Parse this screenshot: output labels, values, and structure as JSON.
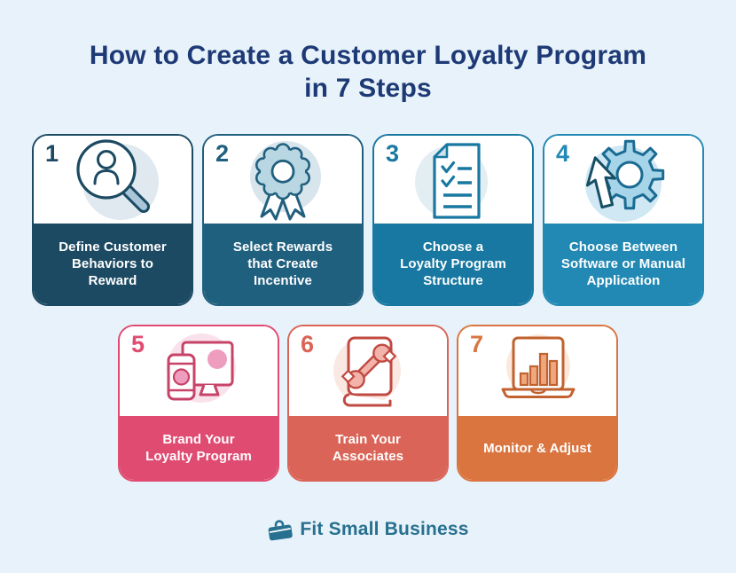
{
  "title": {
    "line1": "How to Create a Customer Loyalty Program",
    "line2": "in 7 Steps"
  },
  "steps": [
    {
      "number": "1",
      "label": "Define Customer\nBehaviors to\nReward",
      "color": "#1c4a63",
      "icon": "user-search-icon"
    },
    {
      "number": "2",
      "label": "Select Rewards\nthat Create\nIncentive",
      "color": "#20607f",
      "icon": "award-ribbon-icon"
    },
    {
      "number": "3",
      "label": "Choose a\nLoyalty Program\nStructure",
      "color": "#1878a1",
      "icon": "checklist-icon"
    },
    {
      "number": "4",
      "label": "Choose Between\nSoftware or Manual\nApplication",
      "color": "#2289b4",
      "icon": "gear-cursor-icon"
    },
    {
      "number": "5",
      "label": "Brand Your\nLoyalty Program",
      "color": "#e04b72",
      "icon": "devices-icon"
    },
    {
      "number": "6",
      "label": "Train Your\nAssociates",
      "color": "#da6457",
      "icon": "training-book-icon"
    },
    {
      "number": "7",
      "label": "Monitor & Adjust",
      "color": "#da7540",
      "icon": "laptop-chart-icon"
    }
  ],
  "footer": {
    "brand": "Fit Small Business"
  },
  "colors": {
    "background": "#e8f2fa",
    "title": "#1e3a76",
    "brand": "#27708f",
    "card_text": "#ffffff"
  }
}
